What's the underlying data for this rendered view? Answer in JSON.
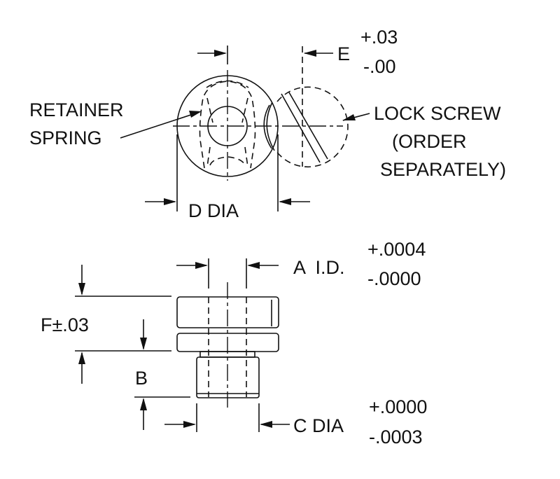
{
  "top_view": {
    "retainer_label_line1": "RETAINER",
    "retainer_label_line2": "SPRING",
    "lock_screw_line1": "LOCK SCREW",
    "lock_screw_line2": "(ORDER",
    "lock_screw_line3": "SEPARATELY)",
    "d_label": "D DIA",
    "e_label": "E",
    "e_tol_plus": "+.03",
    "e_tol_minus": "-.00"
  },
  "side_view": {
    "a_label": "A  I.D.",
    "a_tol_plus": "+.0004",
    "a_tol_minus": "-.0000",
    "f_label": "F±.03",
    "b_label": "B",
    "c_label": "C DIA",
    "c_tol_plus": "+.0000",
    "c_tol_minus": "-.0003"
  }
}
